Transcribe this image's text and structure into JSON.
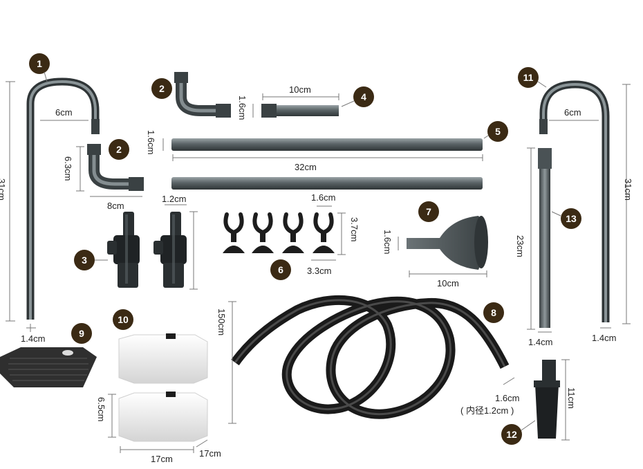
{
  "colors": {
    "badge": "#3b2a14",
    "pipe": "#4d5558",
    "pipe_light": "#8a9497",
    "hose": "#1a1a1a",
    "dimension_line": "#777777",
    "container": "#e9e9e9"
  },
  "parts": {
    "p1": {
      "number": "1",
      "dims": {
        "width": "6cm",
        "height": "31cm",
        "diameter": "1.4cm"
      }
    },
    "p2a": {
      "number": "2"
    },
    "p2b": {
      "number": "2",
      "dims": {
        "height": "6.3cm",
        "length": "8cm"
      }
    },
    "p3": {
      "number": "3",
      "dims": {
        "diameter": "1.2cm"
      }
    },
    "p4": {
      "number": "4",
      "dims": {
        "length": "10cm",
        "diameter": "1.6cm"
      }
    },
    "p5": {
      "number": "5",
      "dims": {
        "length": "32cm",
        "diameter": "1.6cm"
      }
    },
    "p6": {
      "number": "6",
      "dims": {
        "clip": "1.6cm",
        "height": "3.7cm",
        "base": "3.3cm"
      }
    },
    "p7": {
      "number": "7",
      "dims": {
        "diameter": "1.6cm",
        "width": "10cm"
      }
    },
    "p8": {
      "number": "8",
      "dims": {
        "length": "150cm",
        "outer": "1.6cm",
        "inner": "( 内径1.2cm )"
      }
    },
    "p9": {
      "number": "9",
      "icon": "sponge-plate"
    },
    "p10": {
      "number": "10",
      "dims": {
        "height": "6.5cm",
        "width": "17cm",
        "depth": "17cm"
      }
    },
    "p11": {
      "number": "11",
      "dims": {
        "width": "6cm",
        "height": "31cm",
        "diameter": "1.4cm"
      }
    },
    "p12": {
      "number": "12",
      "dims": {
        "length": "11cm"
      }
    },
    "p13": {
      "number": "13",
      "dims": {
        "length": "23cm",
        "diameter": "1.4cm"
      }
    }
  }
}
